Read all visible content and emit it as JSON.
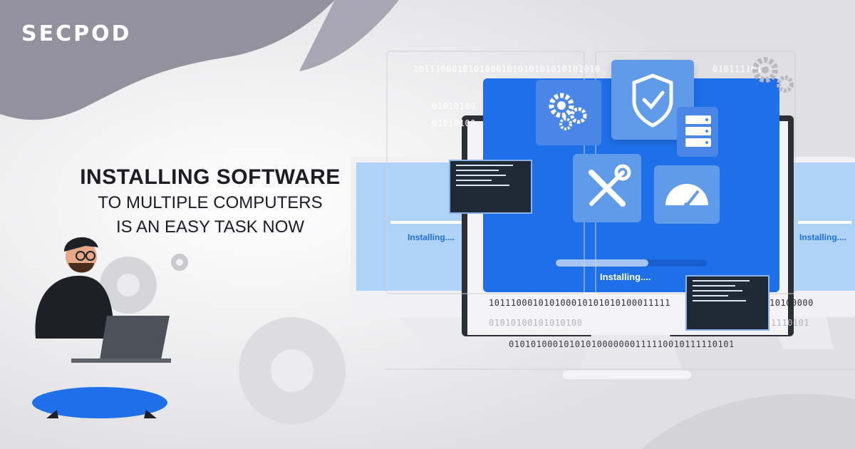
{
  "brand": {
    "logo_text": "SECPOD"
  },
  "headline": {
    "line1": "INSTALLING SOFTWARE",
    "line2": "TO MULTIPLE COMPUTERS",
    "line3": "IS AN EASY TASK NOW"
  },
  "screens": {
    "main_status": "Installing....",
    "left_status": "Installing....",
    "right_status": "Installing...."
  },
  "binary": {
    "top_row": "1011100010101000101010101010101010",
    "top_right": "0101111010",
    "mid_1": "01010100",
    "mid_2": "01010100",
    "lower_row": "101110001010100010101010100011111",
    "lower_right": "10100000",
    "row_3": "01010100101010100",
    "row_3_right": "1110101",
    "bottom_row": "01010100010101010000000111110010111110101"
  },
  "icons": [
    "gears-icon",
    "shield-check-icon",
    "server-icon",
    "tools-icon",
    "speedometer-icon",
    "gear-icon"
  ],
  "colors": {
    "accent_blue": "#1e6fe8",
    "tile_blue": "#5f9be9",
    "text_dark": "#1c1c24"
  }
}
